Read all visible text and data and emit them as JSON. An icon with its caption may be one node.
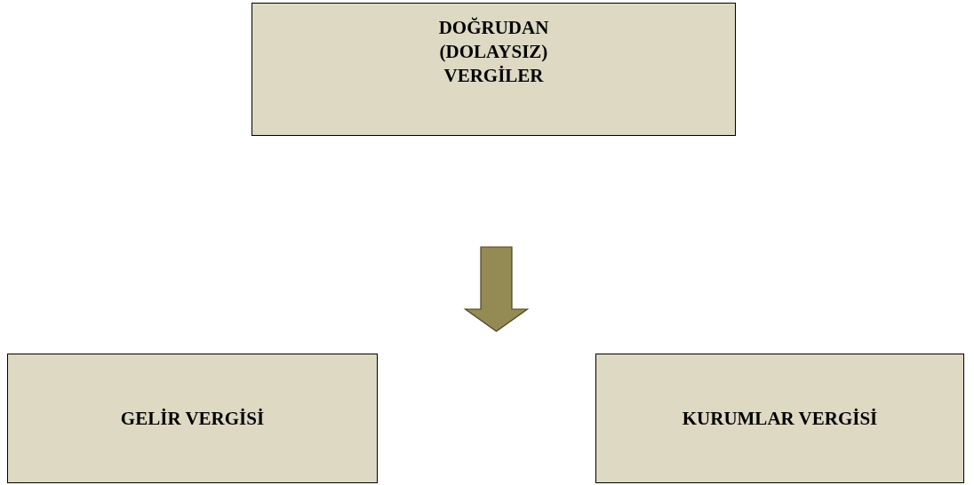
{
  "diagram": {
    "nodes": [
      {
        "text": [
          "DOĞRUDAN (DOLAYSIZ) VERGİLER"
        ]
      },
      {
        "text": [
          "GELİR VERGİSİ"
        ]
      },
      {
        "text": [
          "KURUMLAR VERGİSİ"
        ]
      }
    ]
  }
}
